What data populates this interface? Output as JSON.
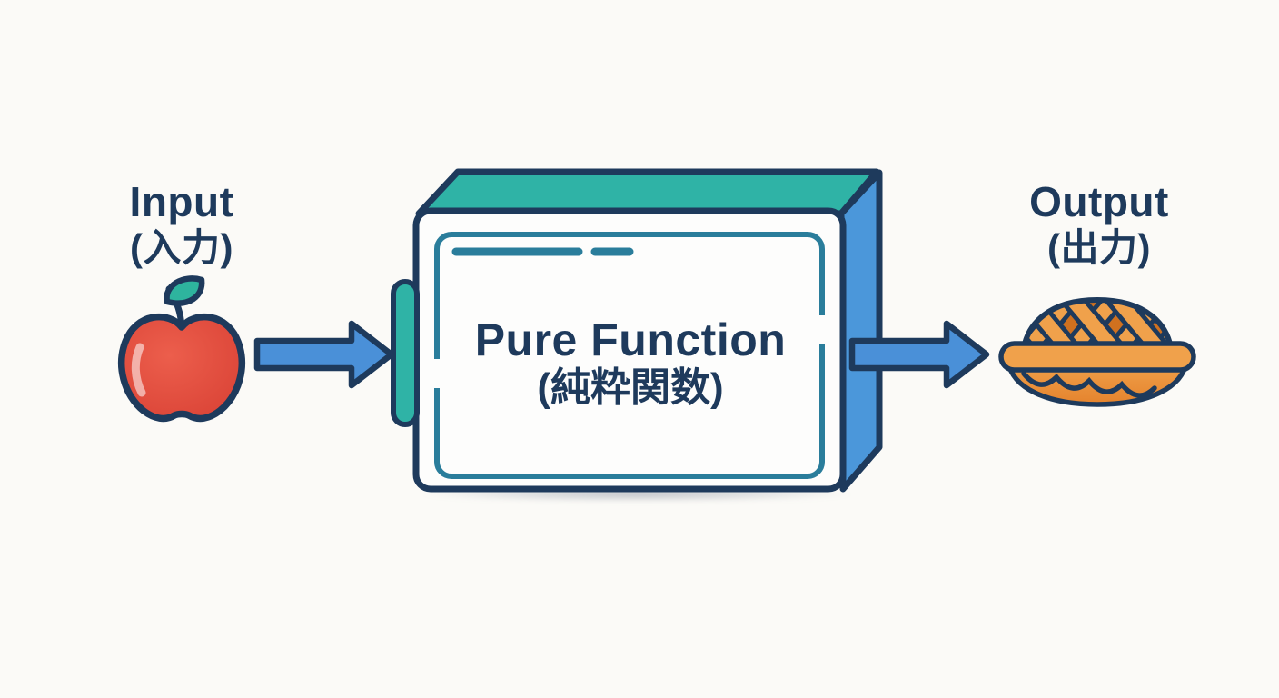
{
  "diagram": {
    "type": "flow",
    "input": {
      "label": "Input",
      "label_jp": "(入力)",
      "icon": "apple-icon"
    },
    "process": {
      "label": "Pure Function",
      "label_jp": "(純粋関数)",
      "icon": "function-box"
    },
    "output": {
      "label": "Output",
      "label_jp": "(出力)",
      "icon": "pie-icon"
    },
    "arrows": [
      "arrow-right-icon",
      "arrow-right-icon"
    ]
  },
  "colors": {
    "navy": "#1e3a5c",
    "teal": "#2fb3a6",
    "blue": "#4b97da",
    "arrow": "#4a90d8",
    "inner": "#2a7d9b",
    "bg": "#fbfaf7",
    "face": "#fdfdfc",
    "apple-light": "#ec5e4c",
    "apple-dark": "#da4336",
    "leaf": "#2eb49e",
    "pie-light": "#f0a14b",
    "pie-mid": "#ef9640",
    "pie-dark": "#d0711f"
  }
}
